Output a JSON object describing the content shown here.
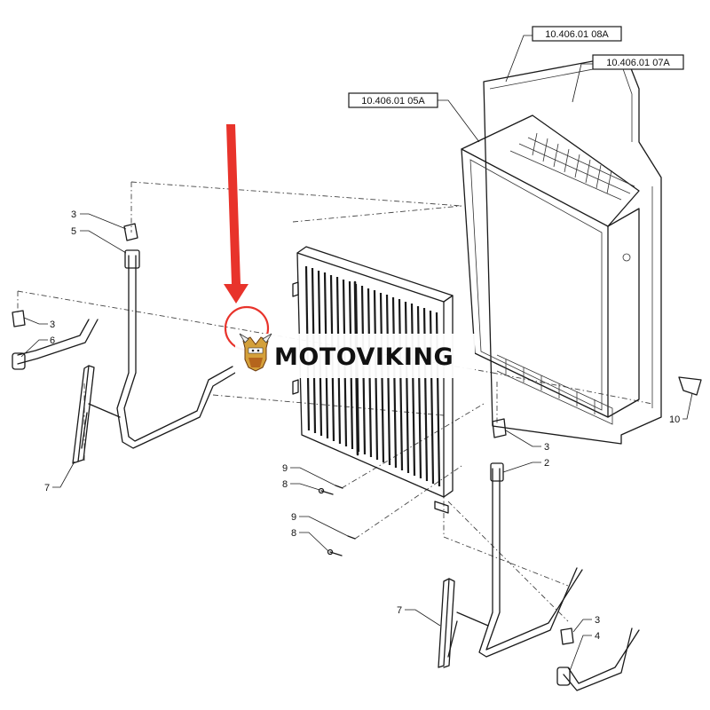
{
  "references": [
    {
      "label": "10.406.01 08A"
    },
    {
      "label": "10.406.01 07A"
    },
    {
      "label": "10.406.01 05A"
    }
  ],
  "callouts": {
    "c3a": "3",
    "c5": "5",
    "c3b": "3",
    "c6": "6",
    "c7a": "7",
    "c9a": "9",
    "c8a": "8",
    "c9b": "9",
    "c8b": "8",
    "c3c": "3",
    "c2": "2",
    "c10": "10",
    "c7b": "7",
    "c3d": "3",
    "c4": "4"
  },
  "watermark": {
    "brand": "MOTOVIKING"
  },
  "colors": {
    "highlight": "#e8332b",
    "ink": "#1a1a1a"
  }
}
